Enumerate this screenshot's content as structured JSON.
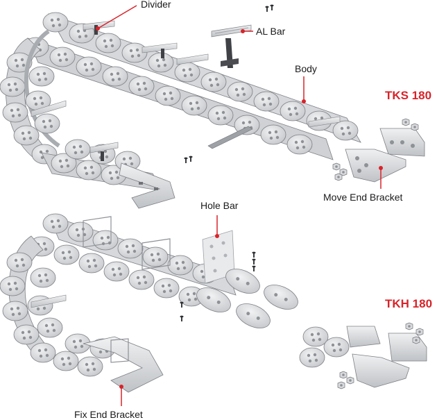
{
  "colors": {
    "accent": "#d8232a",
    "metal_light": "#e6e7e9",
    "metal_mid": "#c9cbcf",
    "metal_dark": "#8e9196",
    "outline": "#6f7277",
    "hole": "#9ea1a6"
  },
  "models": {
    "top": "TKS 180",
    "bottom": "TKH 180"
  },
  "labels": {
    "divider": "Divider",
    "al_bar": "AL Bar",
    "body": "Body",
    "move_end_bracket": "Move End Bracket",
    "hole_bar": "Hole Bar",
    "fix_end_bracket": "Fix End Bracket"
  }
}
